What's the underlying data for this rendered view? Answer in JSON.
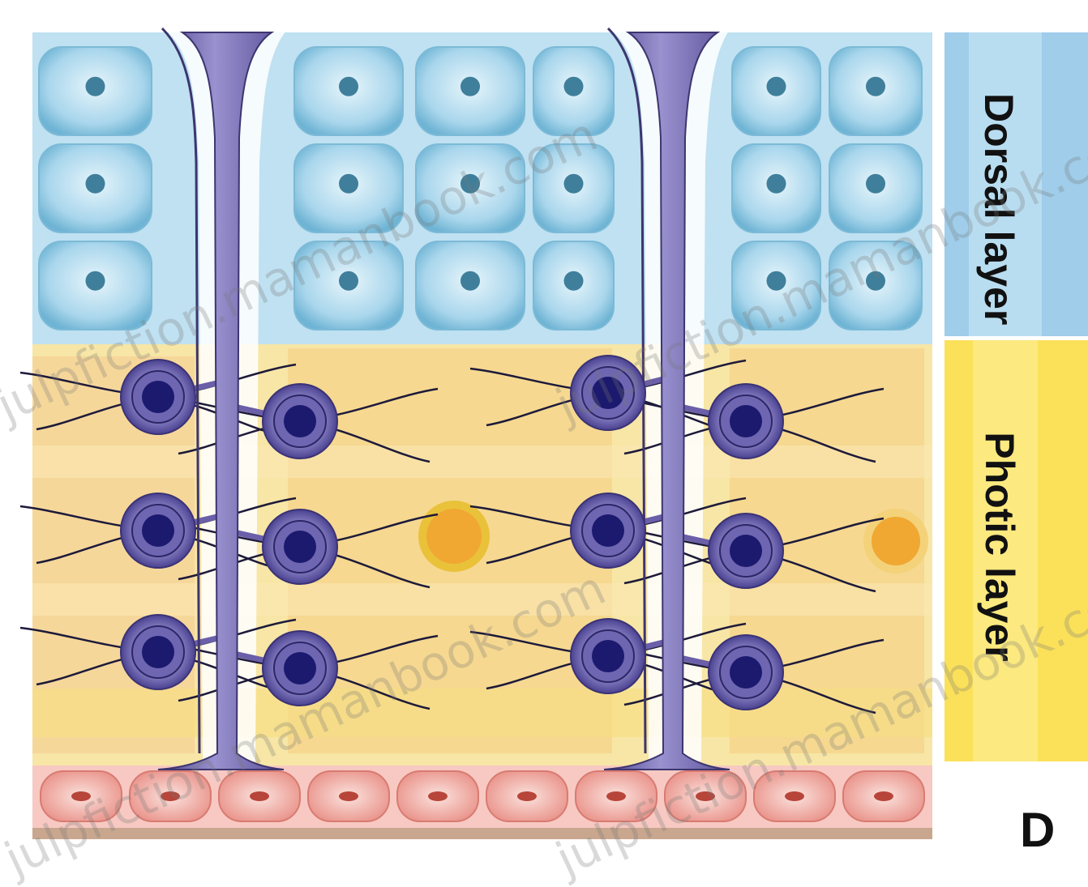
{
  "labels": {
    "dorsal_layer": "Dorsal layer",
    "photic_layer": "Photic layer",
    "panel_letter": "D"
  },
  "watermark": "julpfiction.mamanbook.com",
  "colors": {
    "dorsal_cells": "#a8d4ea",
    "dorsal_band": "#9fcdea",
    "photic_bg": "#f6d488",
    "photic_band": "#fbe15a",
    "neuron": "#6a5fa8",
    "neuron_nucleus": "#1c1a6e",
    "basal_cells": "#f4a9a0",
    "pigment": "#f0a832"
  }
}
